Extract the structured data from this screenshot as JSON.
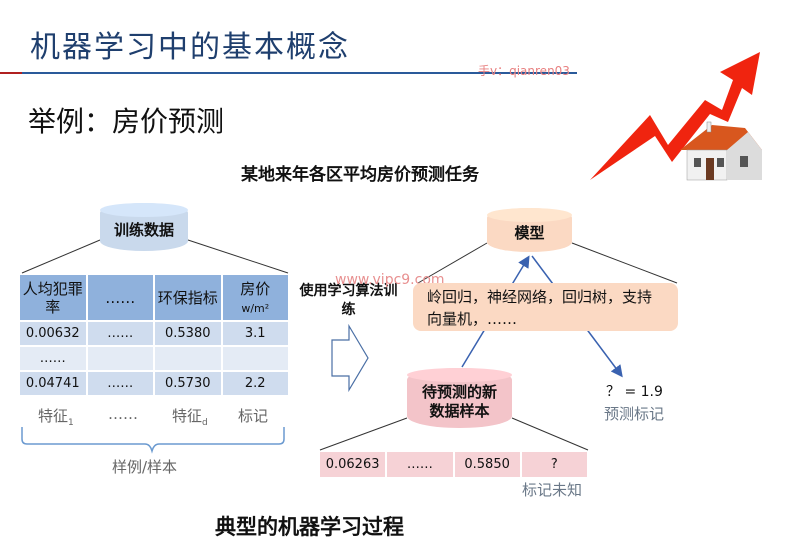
{
  "title": "机器学习中的基本概念",
  "subtitle": "举例：房价预测",
  "watermark_top": "手v：qianren03",
  "watermark_mid": "www.vipc9.com",
  "task_title": "某地来年各区平均房价预测任务",
  "training": {
    "label": "训练数据",
    "headers": [
      {
        "text": "人均犯罪率"
      },
      {
        "text": "……"
      },
      {
        "text": "环保指标"
      },
      {
        "text": "房价",
        "unit": "w/m²"
      }
    ],
    "rows": [
      [
        "0.00632",
        "……",
        "0.5380",
        "3.1"
      ],
      [
        "……",
        "",
        "",
        ""
      ],
      [
        "0.04741",
        "……",
        "0.5730",
        "2.2"
      ]
    ],
    "col_labels": [
      "特征",
      "……",
      "特征",
      "标记"
    ],
    "sub1": "1",
    "subd": "d",
    "brace_label": "样例/样本"
  },
  "arrow_label": "使用学习算法训练",
  "model": {
    "label": "模型",
    "algorithms": "岭回归，神经网络，回归树，支持向量机，……"
  },
  "new_sample": {
    "label": "待预测的新数据样本",
    "row": [
      "0.06263",
      "……",
      "0.5850",
      "?"
    ],
    "unknown_label": "标记未知"
  },
  "prediction": {
    "value": "？ = 1.9",
    "label": "预测标记"
  },
  "bottom_caption": "典型的机器学习过程",
  "colors": {
    "title": "#1f3f6e",
    "train": "#8fb1dc",
    "model": "#fbd9c3",
    "new": "#f3c4c9",
    "arrow": "#3a62b0"
  }
}
